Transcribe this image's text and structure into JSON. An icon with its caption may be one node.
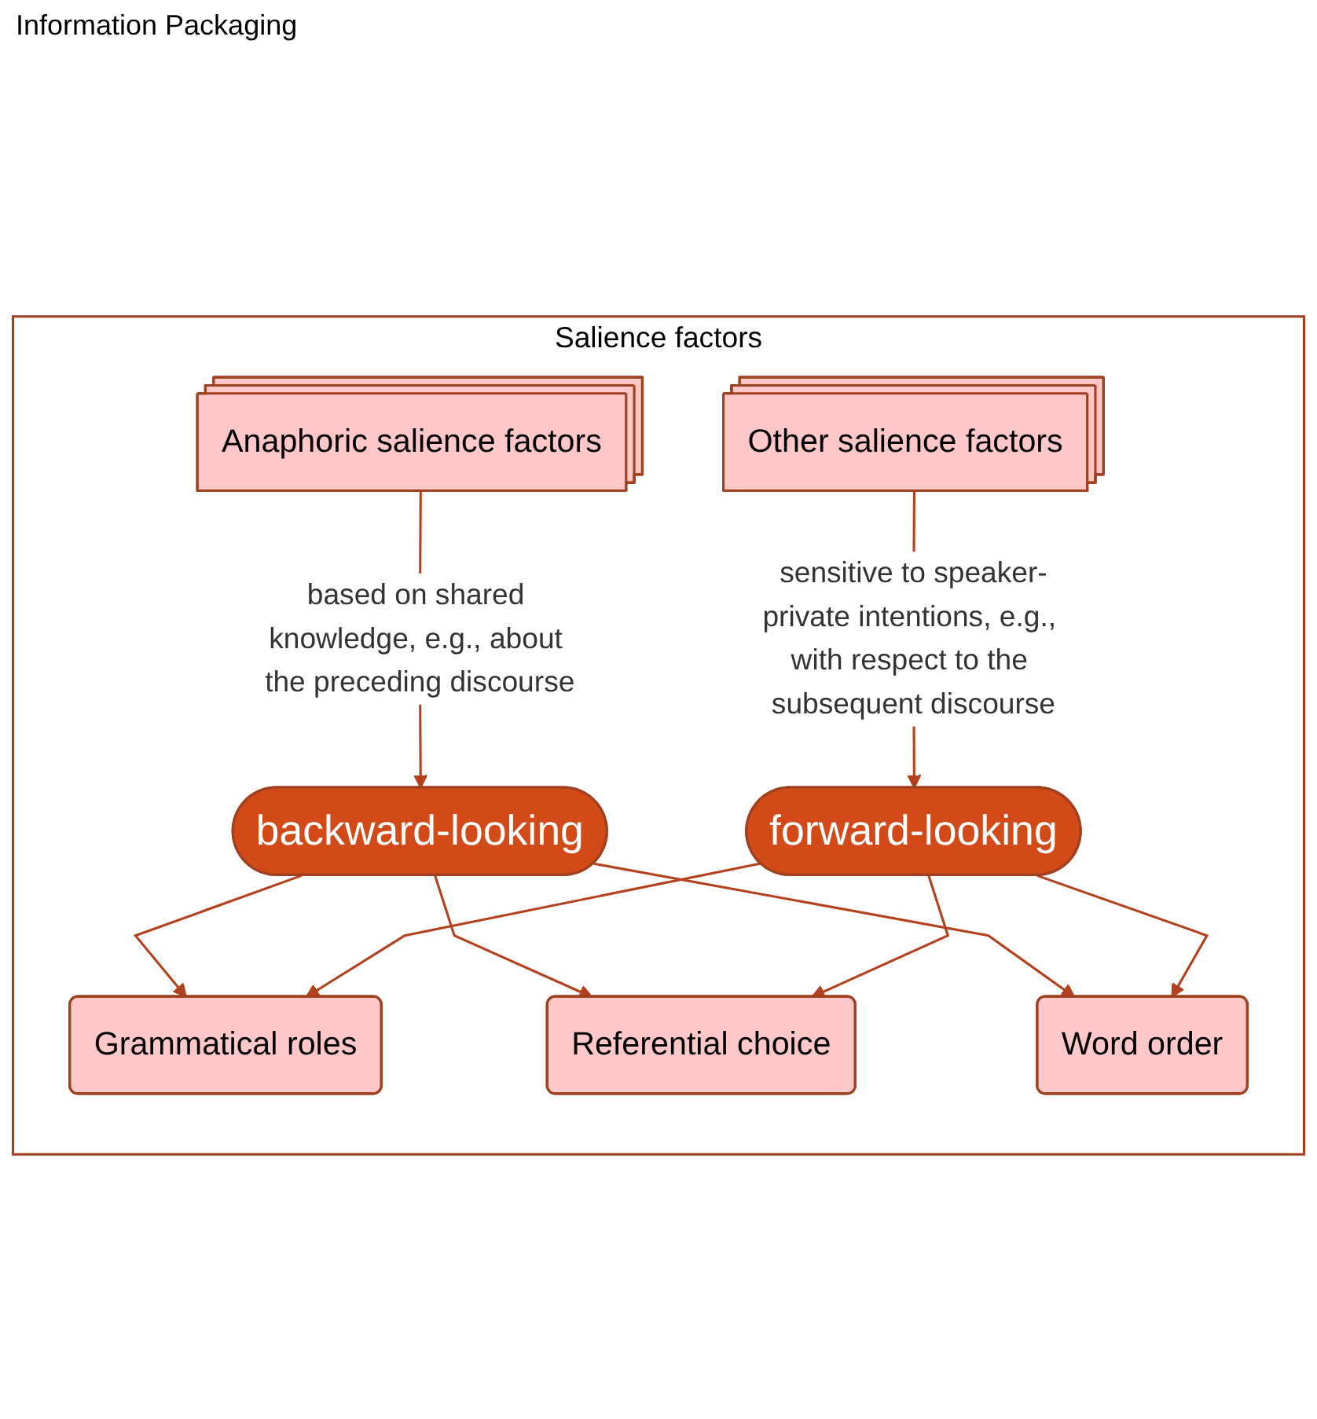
{
  "diagram": {
    "nodes": [
      {
        "text": [
          "Salience factors"
        ]
      },
      {
        "text": [
          "Anaphoric salience factors"
        ],
        "in": 0
      },
      {
        "text": [
          "Other salience factors"
        ],
        "in": 0
      },
      {
        "text": [
          "backward-looking"
        ],
        "in": 0
      },
      {
        "text": [
          "forward-looking"
        ],
        "in": 0
      },
      {
        "text": [
          "Grammatical roles"
        ],
        "in": 0
      },
      {
        "text": [
          "Referential choice"
        ],
        "in": 0
      },
      {
        "text": [
          "Word order"
        ],
        "in": 0
      }
    ],
    "edges": [
      {
        "from": 1,
        "to": 3,
        "arrow": "to",
        "label": "based on shared knowledge, e.g., about the preceding discourse"
      },
      {
        "from": 2,
        "to": 4,
        "arrow": "to",
        "label": "sensitive to speaker-private intentions, e.g., with respect to the subsequent discourse"
      },
      {
        "from": 3,
        "to": 5,
        "arrow": "to"
      },
      {
        "from": 3,
        "to": 6,
        "arrow": "to"
      },
      {
        "from": 3,
        "to": 7,
        "arrow": "to"
      },
      {
        "from": 4,
        "to": 5,
        "arrow": "to"
      },
      {
        "from": 4,
        "to": 6,
        "arrow": "to"
      },
      {
        "from": 4,
        "to": 7,
        "arrow": "to"
      }
    ],
    "labels": [
      "Information Packaging"
    ]
  }
}
